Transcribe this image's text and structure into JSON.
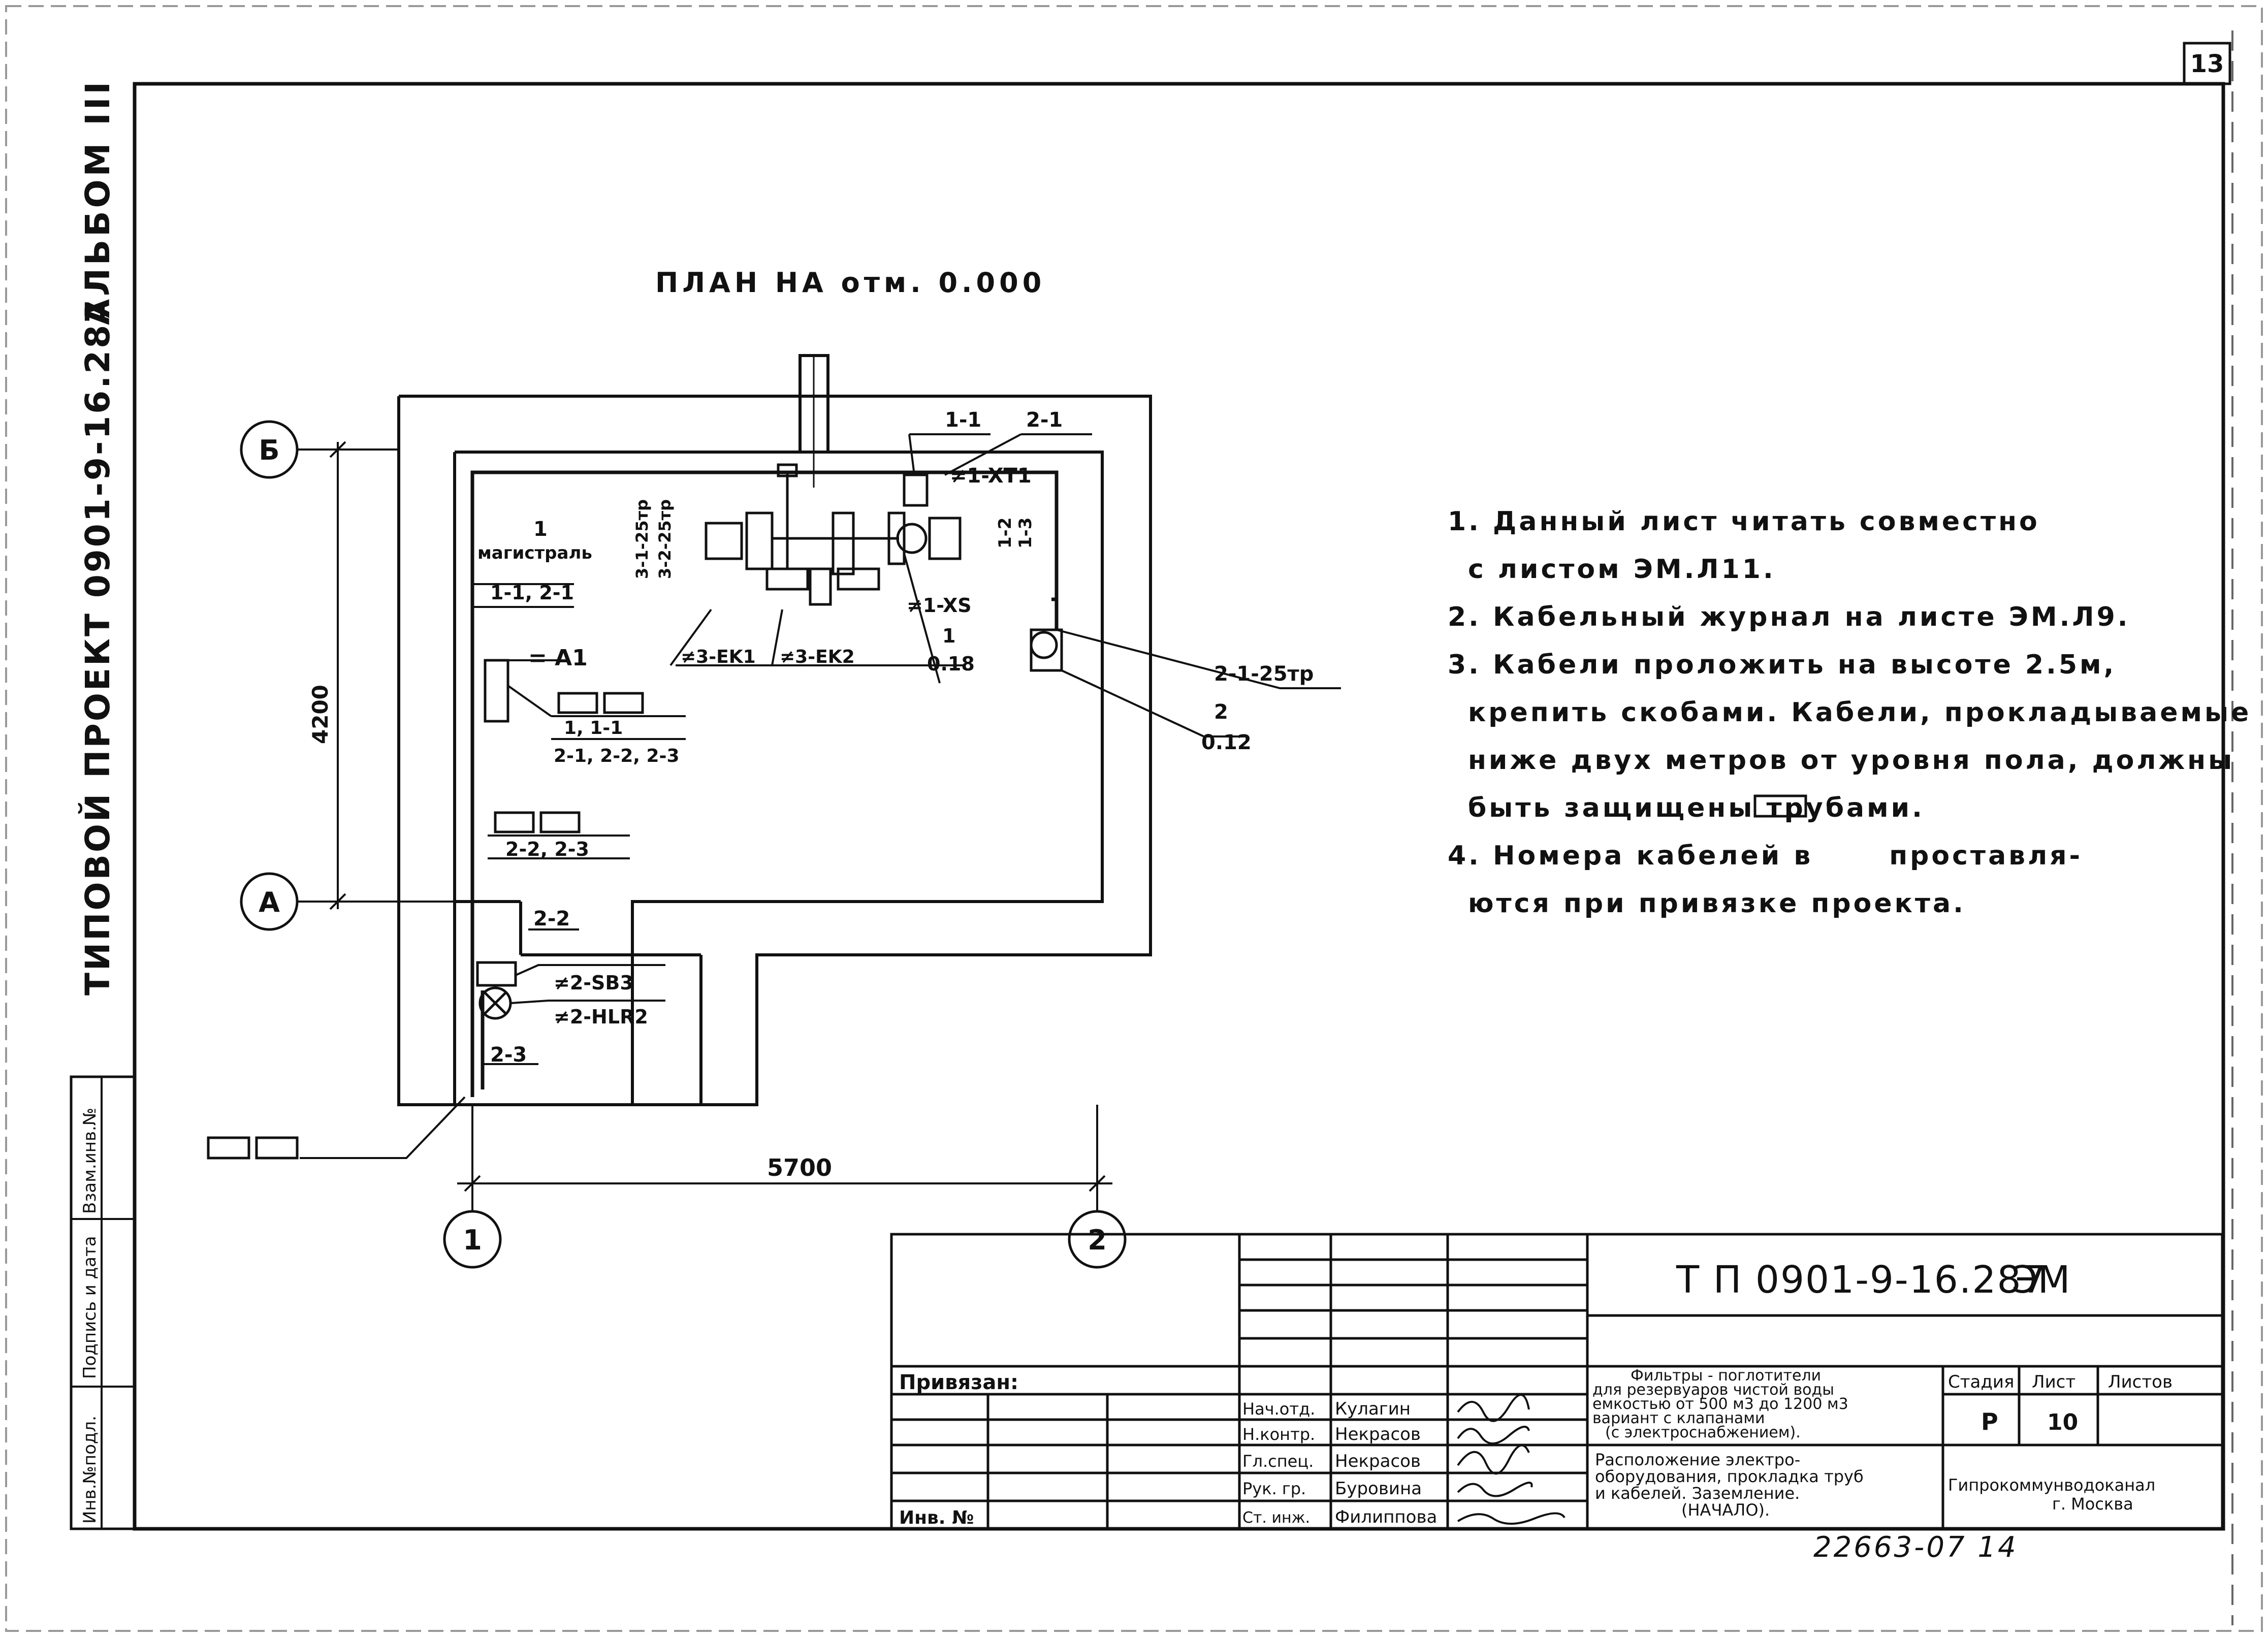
{
  "sheet_number": "13",
  "side_stamp": {
    "album": "АЛЬБОМ III",
    "project": "ТИПОВОЙ ПРОЕКТ 0901-9-16.287"
  },
  "plan_title": "ПЛАН НА отм. 0.000",
  "axes": {
    "rows": [
      "Б",
      "А"
    ],
    "cols": [
      "1",
      "2"
    ],
    "dim_vertical": "4200",
    "dim_horizontal": "5700"
  },
  "labels": {
    "l_1_1_top": "1-1",
    "l_2_1_top": "2-1",
    "xt1": "≠1-XT1",
    "c1_2": "1-2",
    "c1_3": "1-3",
    "c3125": "3-1-25тр",
    "c3225": "3-2-25тр",
    "mag_num": "1",
    "mag": "магистраль",
    "mag_cables": "1-1, 2-1",
    "xs": "≠1-XS",
    "a1": "= A1",
    "ek1": "≠3-EK1",
    "ek2": "≠3-EK2",
    "n1": "1",
    "v018": "0.18",
    "c2125": "2-1-25тр",
    "n2": "2",
    "v012": "0.12",
    "b1_top": "1, 1-1",
    "b1_bot": "2-1, 2-2, 2-3",
    "b2": "2-2, 2-3",
    "c22": "2-2",
    "sb3": "≠2-SB3",
    "hlr2": "≠2-HLR2",
    "c23": "2-3"
  },
  "notes": [
    "1. Данный лист читать совместно",
    "с листом ЭМ.Л11.",
    "2. Кабельный журнал на листе ЭМ.Л9.",
    "3. Кабели проложить на высоте 2.5м,",
    "крепить скобами. Кабели, прокладываемые",
    "ниже двух метров от уровня пола, должны",
    "быть защищены трубами.",
    "4. Номера кабелей в",
    "проставля-",
    "ются при привязке проекта."
  ],
  "left_columns": [
    "Взам.инв.№",
    "Подпись и дата",
    "Инв.№подл."
  ],
  "title_block": {
    "code": "Т П 0901-9-16.287",
    "mark": "ЭМ",
    "privyazan": "Привязан:",
    "inv": "Инв. №",
    "roles": [
      "Нач.отд.",
      "Н.контр.",
      "Гл.спец.",
      "Рук. гр.",
      "Ст. инж."
    ],
    "names": [
      "Кулагин",
      "Некрасов",
      "Некрасов",
      "Буровина",
      "Филиппова"
    ],
    "object_lines": [
      "Фильтры - поглотители",
      "для резервуаров чистой воды",
      "емкостью от 500 м3 до 1200 м3",
      "вариант с клапанами",
      "(с электроснабжением)."
    ],
    "sheet_lines": [
      "Расположение электро-",
      "оборудования, прокладка труб",
      "и кабелей. Заземление.",
      "(НАЧАЛО)."
    ],
    "stage_label": "Стадия",
    "sheet_label": "Лист",
    "sheets_label": "Листов",
    "stage": "Р",
    "sheet": "10",
    "org_1": "Гипрокоммунводоканал",
    "org_2": "г. Москва",
    "archive": "22663-07 14"
  }
}
